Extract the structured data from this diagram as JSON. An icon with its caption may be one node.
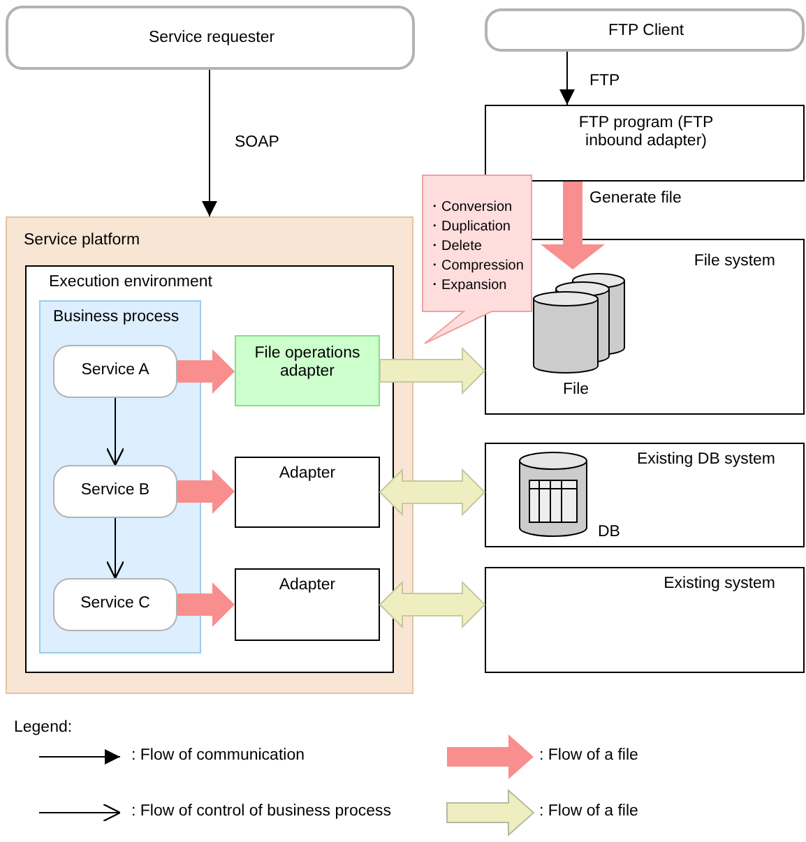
{
  "diagram": {
    "nodes": [
      {
        "text": [
          "Service requester"
        ]
      },
      {
        "text": [
          "FTP Client"
        ]
      },
      {
        "text": [
          "FTP program (FTP inbound adapter)"
        ]
      },
      {
        "text": [
          "Service platform"
        ]
      },
      {
        "text": [
          "Execution environment"
        ],
        "in": 3
      },
      {
        "text": [
          "Business process"
        ],
        "in": 4
      },
      {
        "text": [
          "Service A"
        ],
        "in": 5
      },
      {
        "text": [
          "Service B"
        ],
        "in": 5
      },
      {
        "text": [
          "Service C"
        ],
        "in": 5
      },
      {
        "text": [
          "File operations adapter"
        ],
        "in": 4
      },
      {
        "text": [
          "Adapter"
        ],
        "in": 4
      },
      {
        "text": [
          "Adapter"
        ],
        "in": 4
      },
      {
        "text": [
          "File system"
        ]
      },
      {
        "text": [
          "File"
        ],
        "in": 12
      },
      {
        "text": [
          "・Conversion",
          "・Duplication",
          "・Delete",
          "・Compression",
          "・Expansion"
        ]
      },
      {
        "text": [
          "Existing DB system"
        ]
      },
      {
        "text": [
          "DB"
        ],
        "in": 15
      },
      {
        "text": [
          "Existing system"
        ]
      }
    ],
    "edges": [
      {
        "from": 0,
        "to": 3,
        "arrow": "to",
        "label": "SOAP"
      },
      {
        "from": 1,
        "to": 2,
        "arrow": "to",
        "label": "FTP"
      },
      {
        "from": 2,
        "to": 13,
        "arrow": "to",
        "label": "Generate file",
        "style": "thick",
        "color": "#f98e8e"
      },
      {
        "from": 6,
        "to": 7,
        "arrow": "to"
      },
      {
        "from": 7,
        "to": 8,
        "arrow": "to"
      },
      {
        "from": 6,
        "to": 9,
        "arrow": "to",
        "style": "thick",
        "color": "#f98e8e"
      },
      {
        "from": 7,
        "to": 10,
        "arrow": "to",
        "style": "thick",
        "color": "#f98e8e"
      },
      {
        "from": 8,
        "to": 11,
        "arrow": "to",
        "style": "thick",
        "color": "#f98e8e"
      },
      {
        "from": 9,
        "to": 12,
        "arrow": "to",
        "style": "thick",
        "color": "#eeeec0"
      },
      {
        "from": 10,
        "to": 15,
        "arrow": "both",
        "style": "thick",
        "color": "#eeeec0"
      },
      {
        "from": 11,
        "to": 17,
        "arrow": "both",
        "style": "thick",
        "color": "#eeeec0"
      }
    ],
    "labels": [
      "Legend:"
    ],
    "legend": [
      {
        "text": ": Flow of communication"
      },
      {
        "text": ": Flow of a file",
        "color": "#f98e8e"
      },
      {
        "text": ": Flow of control of business process"
      },
      {
        "text": ": Flow of a file",
        "color": "#eeeec0"
      }
    ]
  }
}
